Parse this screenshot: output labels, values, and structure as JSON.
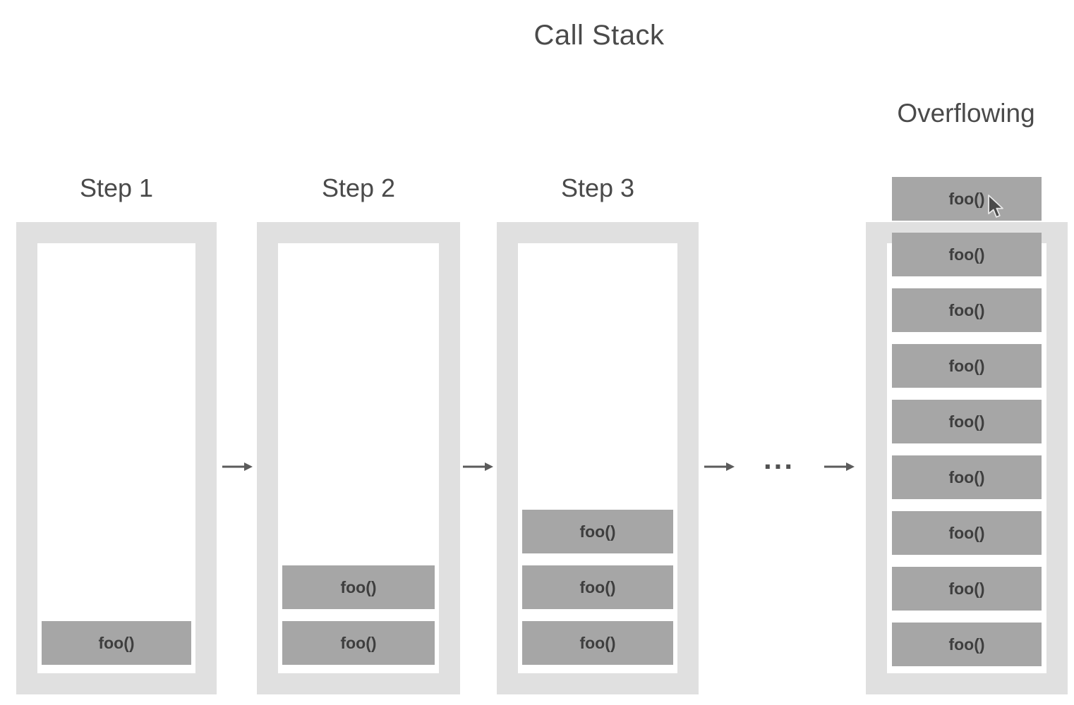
{
  "title": "Call Stack",
  "steps": [
    {
      "label": "Step 1",
      "frames": [
        "foo()"
      ]
    },
    {
      "label": "Step 2",
      "frames": [
        "foo()",
        "foo()"
      ]
    },
    {
      "label": "Step 3",
      "frames": [
        "foo()",
        "foo()",
        "foo()"
      ]
    }
  ],
  "overflow": {
    "label": "Overflowing",
    "frames": [
      "foo()",
      "foo()",
      "foo()",
      "foo()",
      "foo()",
      "foo()",
      "foo()",
      "foo()",
      "foo()"
    ]
  },
  "ellipsis": "...",
  "icons": {
    "flow_arrow": "right-arrow",
    "cursor": "mouse-pointer"
  },
  "colors": {
    "background": "#ffffff",
    "stack_frame": "#e0e0e0",
    "stack_inner": "#ffffff",
    "call_frame_box": "#a6a6a6",
    "heading_text": "#4a4a4a",
    "frame_text": "#3e3e3e",
    "arrow": "#5b5b5b"
  }
}
